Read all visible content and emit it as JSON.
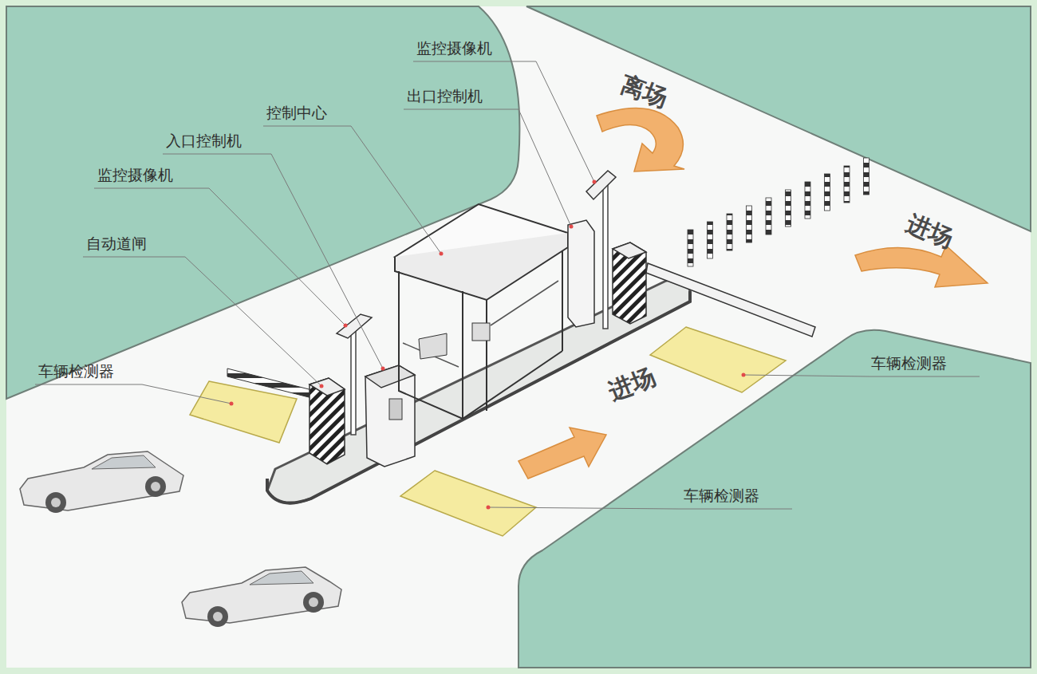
{
  "diagram": {
    "labels": [
      "监控摄像机",
      "离场",
      "出口控制机",
      "控制中心",
      "入口控制机",
      "监控摄像机",
      "自动道闸",
      "进场",
      "车辆检测器",
      "车辆检测器",
      "进场",
      "车辆检测器"
    ]
  }
}
